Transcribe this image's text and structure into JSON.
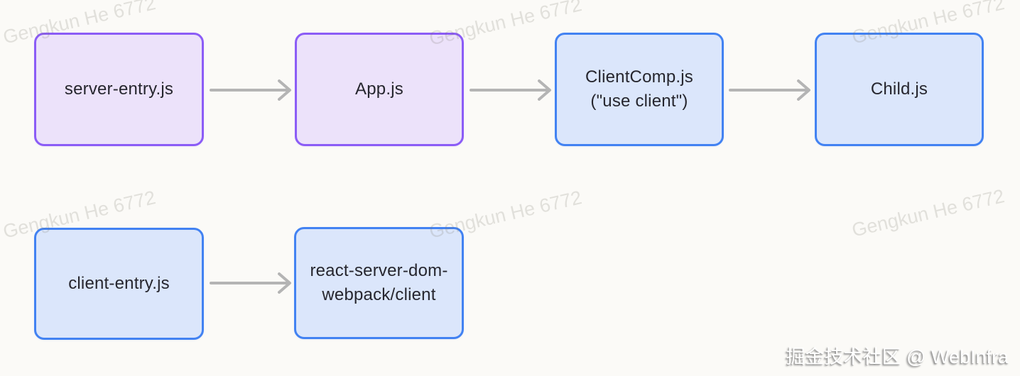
{
  "watermark": {
    "text": "Gengkun He 6772"
  },
  "credit": {
    "text": "掘金技术社区 @ WebInfra"
  },
  "colors": {
    "background": "#fbfaf7",
    "purple_border": "#8b5cf6",
    "purple_fill": "#ece2fa",
    "blue_border": "#4282f2",
    "blue_fill": "#dbe6fb",
    "arrow": "#b4b4b4",
    "node_text": "#26262e"
  },
  "diagram": {
    "nodes": [
      {
        "id": "server-entry",
        "lines": [
          "server-entry.js"
        ],
        "style": "purple"
      },
      {
        "id": "app",
        "lines": [
          "App.js"
        ],
        "style": "purple"
      },
      {
        "id": "client-comp",
        "lines": [
          "ClientComp.js",
          "(\"use client\")"
        ],
        "style": "blue"
      },
      {
        "id": "child",
        "lines": [
          "Child.js"
        ],
        "style": "blue"
      },
      {
        "id": "client-entry",
        "lines": [
          "client-entry.js"
        ],
        "style": "blue"
      },
      {
        "id": "react-server-dom-webpack-client",
        "lines": [
          "react-server-dom-",
          "webpack/client"
        ],
        "style": "blue"
      }
    ],
    "edges": [
      {
        "from": "server-entry",
        "to": "app"
      },
      {
        "from": "app",
        "to": "client-comp"
      },
      {
        "from": "client-comp",
        "to": "child"
      },
      {
        "from": "client-entry",
        "to": "react-server-dom-webpack-client"
      }
    ]
  }
}
